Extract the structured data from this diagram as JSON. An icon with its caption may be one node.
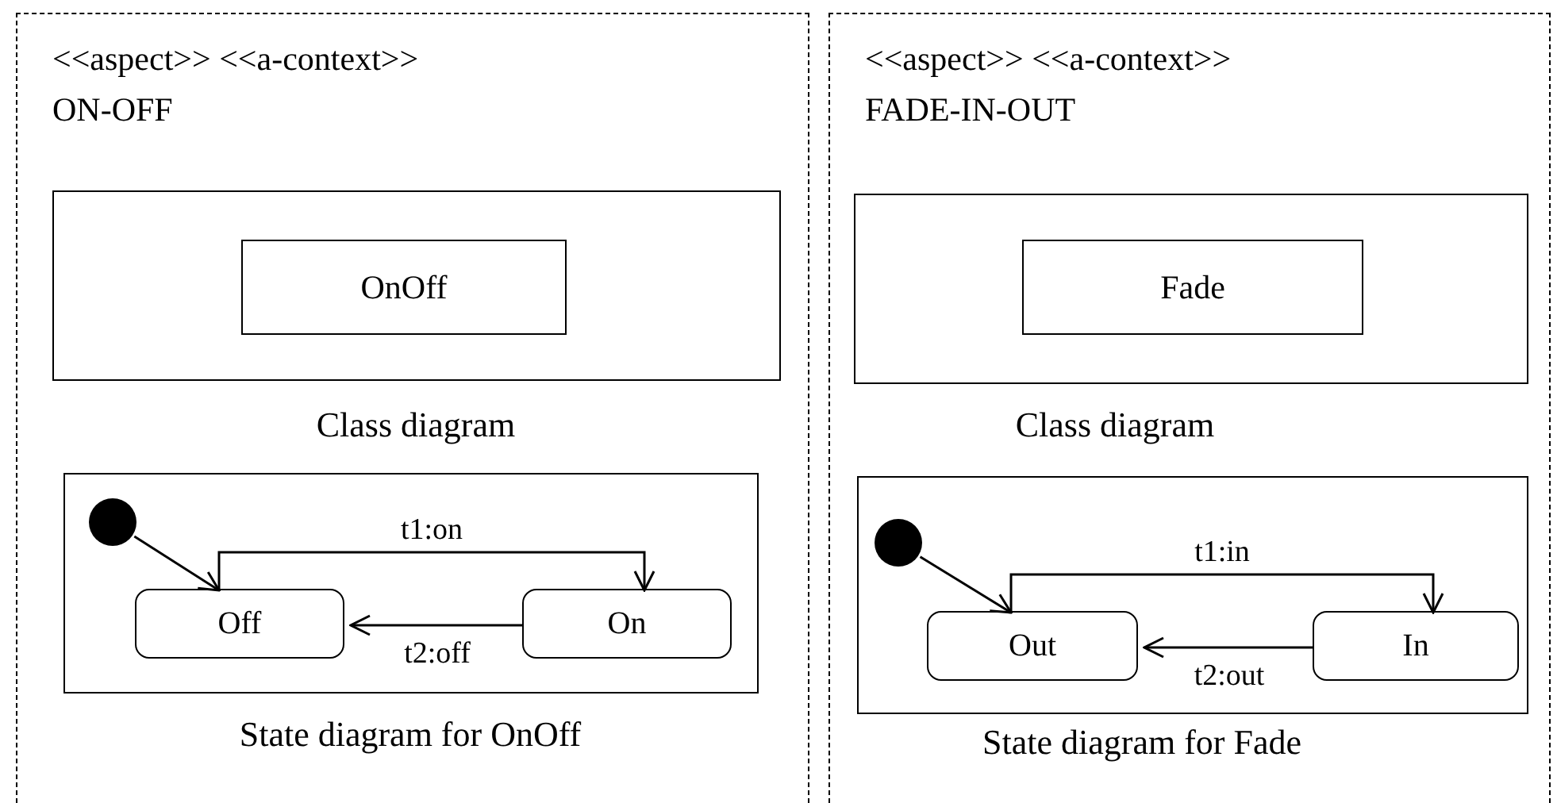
{
  "diagram": {
    "nodes": [
      {
        "text": [
          "<<aspect>> <<a-context>>",
          "ON-OFF"
        ]
      },
      {
        "text": [],
        "shape": "box",
        "in": 0,
        "beside": [
          "Class diagram"
        ]
      },
      {
        "text": [
          "OnOff"
        ],
        "in": 1
      },
      {
        "text": [],
        "shape": "box",
        "in": 0,
        "beside": [
          "State diagram for OnOff"
        ]
      },
      {
        "text": [],
        "shape": "circle",
        "in": 3
      },
      {
        "text": [
          "Off"
        ],
        "in": 3
      },
      {
        "text": [
          "On"
        ],
        "in": 3
      },
      {
        "text": [
          "<<aspect>> <<a-context>>",
          "FADE-IN-OUT"
        ]
      },
      {
        "text": [],
        "shape": "box",
        "in": 7,
        "beside": [
          "Class diagram"
        ]
      },
      {
        "text": [
          "Fade"
        ],
        "in": 8
      },
      {
        "text": [],
        "shape": "box",
        "in": 7,
        "beside": [
          "State diagram for Fade"
        ]
      },
      {
        "text": [],
        "shape": "circle",
        "in": 10
      },
      {
        "text": [
          "Out"
        ],
        "in": 10
      },
      {
        "text": [
          "In"
        ],
        "in": 10
      }
    ],
    "edges": [
      {
        "from": 4,
        "to": 5,
        "arrow": "to"
      },
      {
        "from": 5,
        "to": 6,
        "arrow": "to",
        "label": "t1:on"
      },
      {
        "from": 6,
        "to": 5,
        "arrow": "to",
        "label": "t2:off"
      },
      {
        "from": 11,
        "to": 12,
        "arrow": "to"
      },
      {
        "from": 12,
        "to": 13,
        "arrow": "to",
        "label": "t1:in"
      },
      {
        "from": 13,
        "to": 12,
        "arrow": "to",
        "label": "t2:out"
      }
    ]
  }
}
